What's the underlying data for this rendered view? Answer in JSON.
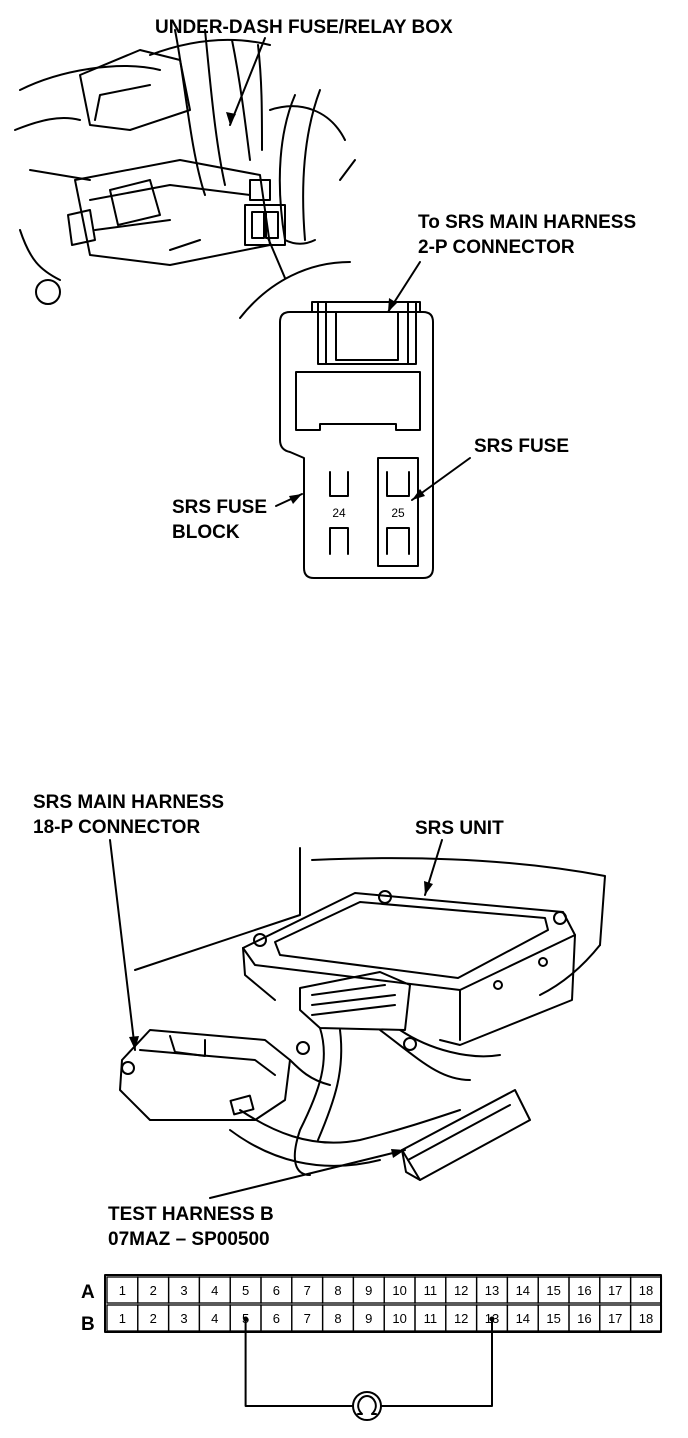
{
  "labels": {
    "underdash_box": "UNDER-DASH FUSE/RELAY BOX",
    "srs_main_harness_2p_line1": "To SRS MAIN HARNESS",
    "srs_main_harness_2p_line2": "2-P CONNECTOR",
    "srs_fuse": "SRS FUSE",
    "srs_fuse_block_line1": "SRS FUSE",
    "srs_fuse_block_line2": "BLOCK",
    "srs_main_harness_18p_line1": "SRS MAIN HARNESS",
    "srs_main_harness_18p_line2": "18-P CONNECTOR",
    "srs_unit": "SRS UNIT",
    "test_harness_line1": "TEST HARNESS B",
    "test_harness_line2": "07MAZ – SP00500"
  },
  "fuses": {
    "left": "24",
    "right": "25"
  },
  "connector": {
    "row_a_label": "A",
    "row_b_label": "B",
    "pins": [
      "1",
      "2",
      "3",
      "4",
      "5",
      "6",
      "7",
      "8",
      "9",
      "10",
      "11",
      "12",
      "13",
      "14",
      "15",
      "16",
      "17",
      "18"
    ],
    "jumper_from_pin": 5,
    "jumper_to_pin": 13,
    "jumper_row": "B"
  },
  "icons": {
    "ohmmeter": "ohm-symbol-icon"
  }
}
